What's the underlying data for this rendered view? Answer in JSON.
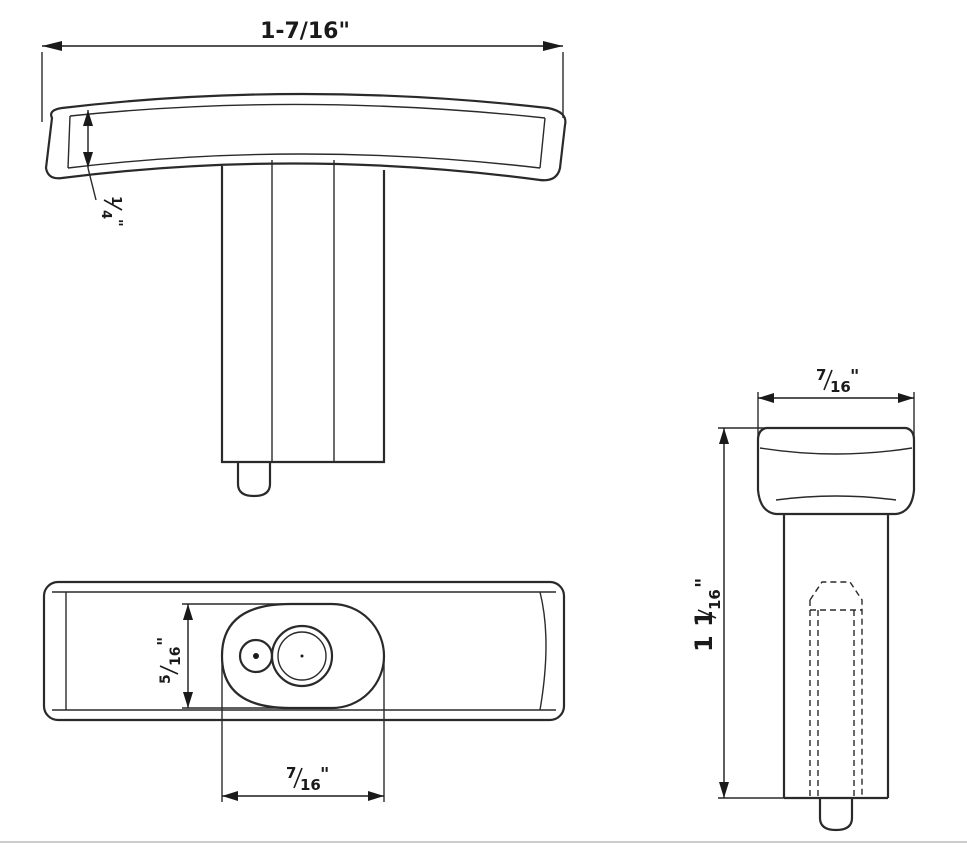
{
  "dimensions": {
    "top_width": "1-7/16\"",
    "top_thickness_num": "1",
    "top_thickness_den": "4",
    "top_thickness_unit": "\"",
    "side_width_num": "7",
    "side_width_den": "16",
    "side_width_unit": "\"",
    "side_height_whole": "1 1",
    "side_height_den": "16",
    "side_height_unit": "\"",
    "bottom_hole_num": "5",
    "bottom_hole_den": "16",
    "bottom_hole_unit": "\"",
    "bottom_width_num": "7",
    "bottom_width_den": "16",
    "bottom_width_unit": "\""
  },
  "colors": {
    "line": "#2a2a2a",
    "text": "#1a1a1a",
    "background": "#ffffff",
    "separator": "#bbbbbb"
  }
}
